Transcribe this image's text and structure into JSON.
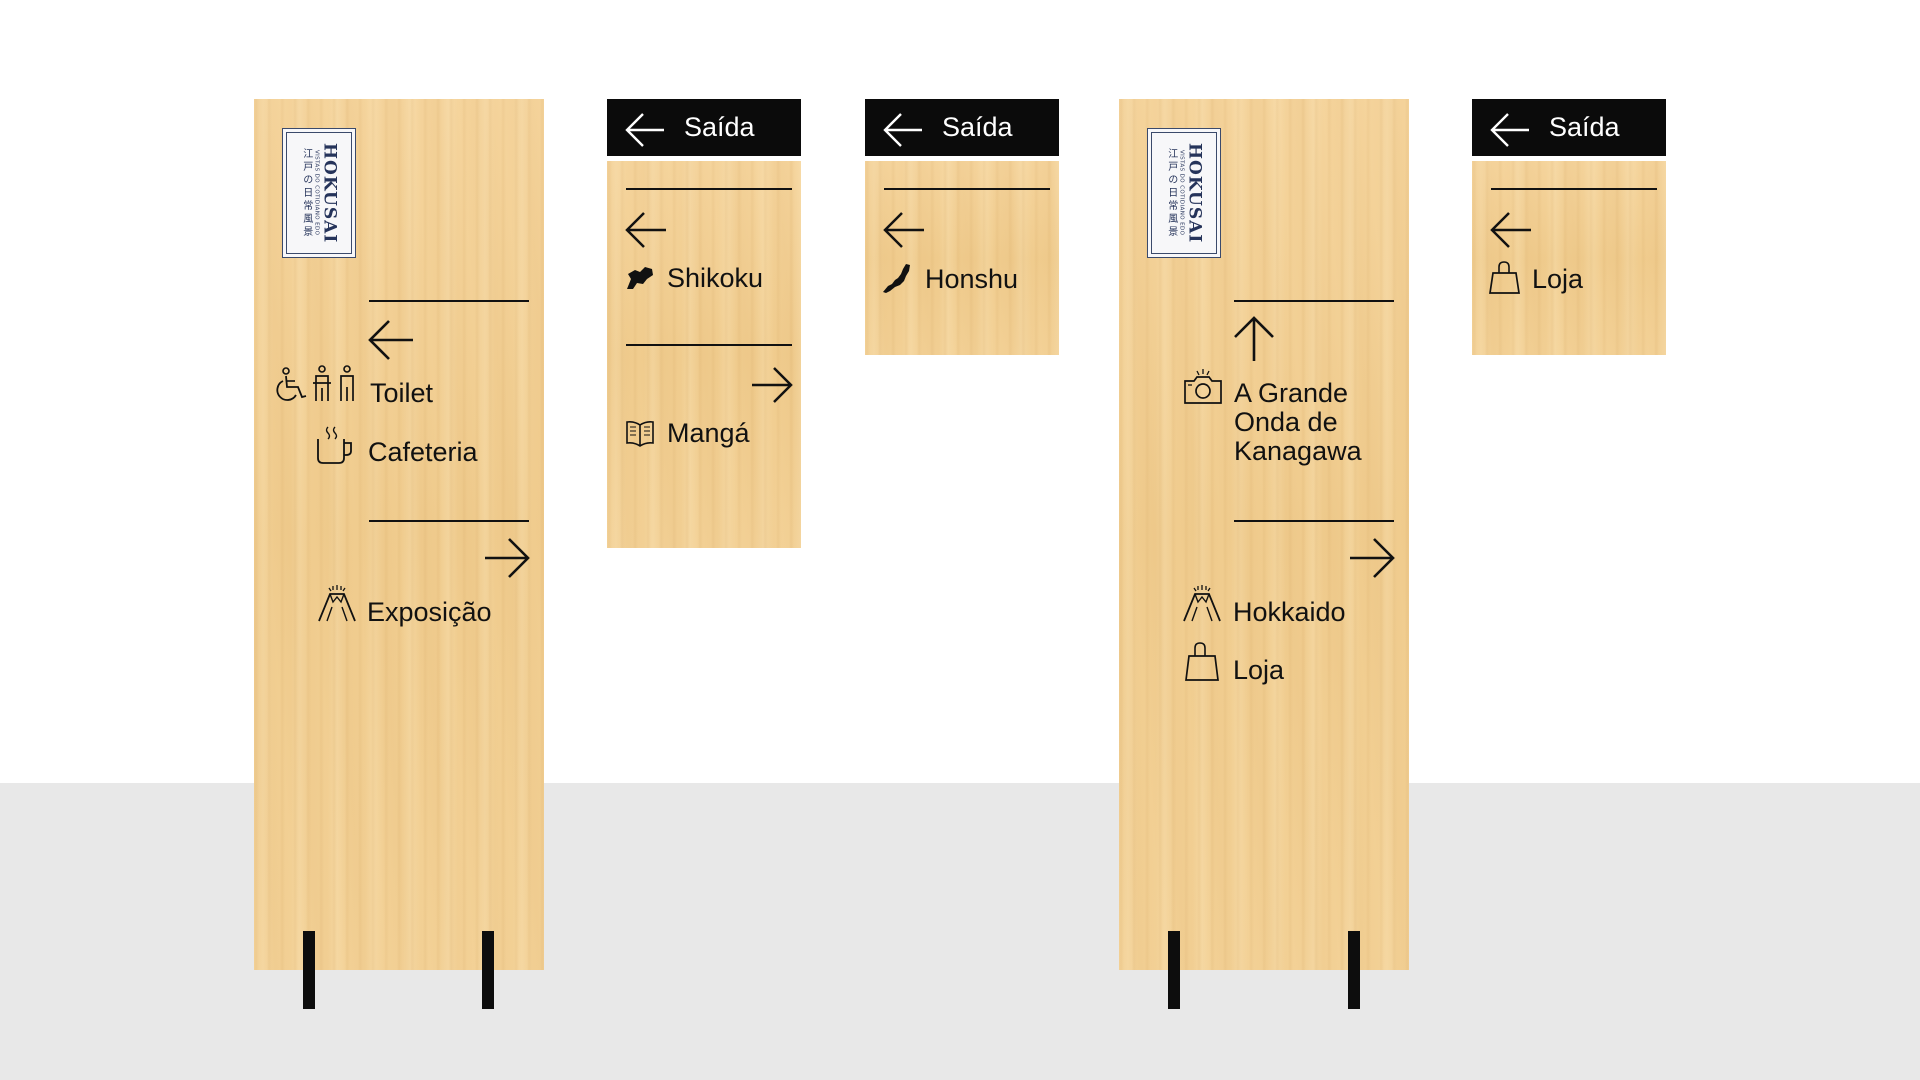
{
  "scene": {
    "wall_color": "#ffffff",
    "floor_color": "#e8e8e8",
    "wood_color": "#f2cf94",
    "ink_color": "#111111",
    "header_color": "#0b0b0b",
    "logo_ink": "#25335a"
  },
  "logo": {
    "title": "HOKUSAI",
    "subtitle": "VISTAS DO COTIDIANO EDO",
    "japanese": "江戸の日常風景"
  },
  "pylon_a": {
    "left_group": {
      "arrow": "arrow-left",
      "items": [
        {
          "icons": [
            "accessible-icon",
            "baby-changing-icon",
            "restroom-icon"
          ],
          "label": "Toilet"
        },
        {
          "icons": [
            "coffee-cup-icon"
          ],
          "label": "Cafeteria"
        }
      ]
    },
    "right_group": {
      "arrow": "arrow-right",
      "items": [
        {
          "icons": [
            "mount-fuji-icon"
          ],
          "label": "Exposição"
        }
      ]
    }
  },
  "sign_1": {
    "header": {
      "arrow": "arrow-left",
      "label": "Saída"
    },
    "left_group": {
      "arrow": "arrow-left",
      "icon": "shikoku-island-icon",
      "label": "Shikoku"
    },
    "right_group": {
      "arrow": "arrow-right",
      "icon": "open-book-icon",
      "label": "Mangá"
    }
  },
  "sign_2": {
    "header": {
      "arrow": "arrow-left",
      "label": "Saída"
    },
    "left_group": {
      "arrow": "arrow-left",
      "icon": "honshu-island-icon",
      "label": "Honshu"
    }
  },
  "pylon_b": {
    "up_group": {
      "arrow": "arrow-up",
      "items": [
        {
          "icons": [
            "camera-icon"
          ],
          "label_lines": [
            "A Grande",
            "Onda de",
            "Kanagawa"
          ]
        }
      ]
    },
    "right_group": {
      "arrow": "arrow-right",
      "items": [
        {
          "icons": [
            "mount-fuji-icon"
          ],
          "label": "Hokkaido"
        },
        {
          "icons": [
            "shopping-bag-icon"
          ],
          "label": "Loja"
        }
      ]
    }
  },
  "sign_3": {
    "header": {
      "arrow": "arrow-left",
      "label": "Saída"
    },
    "left_group": {
      "arrow": "arrow-left",
      "icon": "shopping-bag-icon",
      "label": "Loja"
    }
  }
}
